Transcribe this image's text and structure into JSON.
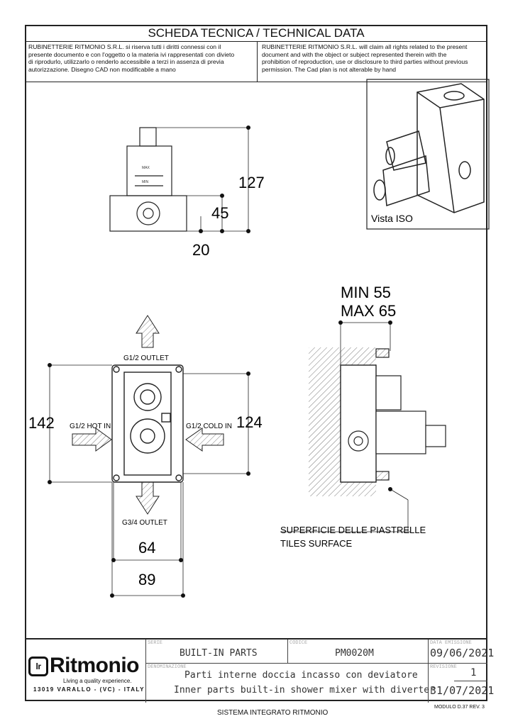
{
  "header": {
    "title": "SCHEDA TECNICA / TECHNICAL DATA",
    "note_it": [
      "RUBINETTERIE RITMONIO S.R.L. si riserva tutti i diritti connessi con il",
      "presente documento e con l'oggetto o la materia ivi rappresentati con divieto",
      "di riprodurlo, utilizzarlo o renderlo accessibile a terzi in assenza di previa",
      "autorizzazione. Disegno CAD non modificabile a mano"
    ],
    "note_en": [
      "RUBINETTERIE RITMONIO S.R.L. will claim all rights related to the present",
      "document and with the object or subject represented therein with the",
      "prohibition  of reproduction, use or disclosure to third parties without previous",
      "permission.  The Cad plan is not alterable by hand"
    ]
  },
  "drawing": {
    "dims": {
      "h127": "127",
      "d45": "45",
      "d20": "20",
      "h142": "142",
      "h124": "124",
      "w64": "64",
      "w89": "89",
      "min": "MIN 55",
      "max": "MAX 65"
    },
    "labels": {
      "iso": "Vista ISO",
      "g12_outlet": "G1/2 OUTLET",
      "hot_in": "G1/2 HOT IN",
      "cold_in": "G1/2 COLD IN",
      "g34_outlet": "G3/4 OUTLET",
      "surface_it": "SUPERFICIE DELLE PIASTRELLE",
      "surface_en": "TILES SURFACE",
      "max_mark": "MAX",
      "min_mark": "MIN"
    }
  },
  "titleblock": {
    "brand": "Ritmonio",
    "tagline": "Living a quality experience.",
    "address": "13019 VARALLO - (VC) - ITALY",
    "serie_label": "SERIE",
    "serie": "BUILT-IN PARTS",
    "codice_label": "CODICE",
    "codice": "PM0020M",
    "data_label": "DATA EMISSIONE",
    "data": "09/06/2021",
    "denom_label": "DENOMINAZIONE",
    "denom_it": "Parti interne doccia incasso con deviatore",
    "denom_en": "Inner parts built-in shower mixer with diverter",
    "rev_label": "REVISIONE",
    "rev": "1",
    "rev_date": "31/07/2021"
  },
  "footer": {
    "system": "SISTEMA INTEGRATO RITMONIO",
    "module": "MODULO D.37 REV. 3"
  }
}
